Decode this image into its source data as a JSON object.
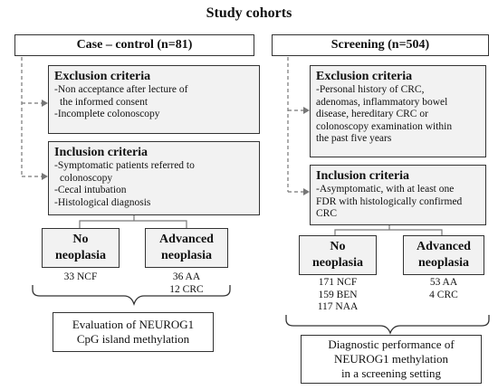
{
  "title": "Study cohorts",
  "left": {
    "cohort": "Case – control (n=81)",
    "exclusion": {
      "heading": "Exclusion criteria",
      "items": [
        "-Non acceptance after lecture of",
        "the informed consent",
        "-Incomplete colonoscopy"
      ]
    },
    "inclusion": {
      "heading": "Inclusion criteria",
      "items": [
        "-Symptomatic patients referred to",
        "colonoscopy",
        "-Cecal intubation",
        "-Histological diagnosis"
      ]
    },
    "groups": [
      {
        "label": [
          "No",
          "neoplasia"
        ],
        "values": [
          "33 NCF"
        ]
      },
      {
        "label": [
          "Advanced",
          "neoplasia"
        ],
        "values": [
          "36 AA",
          "12 CRC"
        ]
      }
    ],
    "outcome": [
      "Evaluation of NEUROG1",
      "CpG island methylation"
    ]
  },
  "right": {
    "cohort": "Screening (n=504)",
    "exclusion": {
      "heading": "Exclusion criteria",
      "items": [
        "-Personal history of CRC,",
        "adenomas, inflammatory bowel",
        "disease, hereditary CRC or",
        "colonoscopy examination within",
        "the past five years"
      ]
    },
    "inclusion": {
      "heading": "Inclusion criteria",
      "items": [
        "-Asymptomatic, with at least one",
        "FDR with histologically confirmed",
        "CRC"
      ]
    },
    "groups": [
      {
        "label": [
          "No",
          "neoplasia"
        ],
        "values": [
          "171 NCF",
          "159 BEN",
          "117 NAA"
        ]
      },
      {
        "label": [
          "Advanced",
          "neoplasia"
        ],
        "values": [
          "53 AA",
          "4 CRC"
        ]
      }
    ],
    "outcome": [
      "Diagnostic performance of",
      "NEUROG1 methylation",
      "in a screening setting"
    ]
  }
}
